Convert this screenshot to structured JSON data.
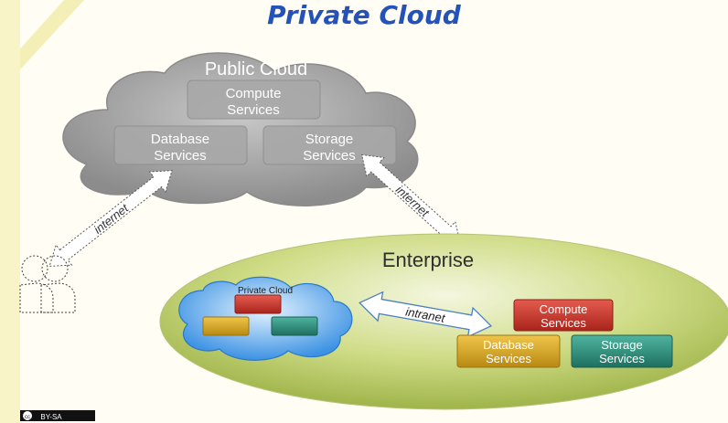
{
  "title": "Private Cloud",
  "public_cloud": {
    "label": "Public Cloud",
    "compute": [
      "Compute",
      "Services"
    ],
    "database": [
      "Database",
      "Services"
    ],
    "storage": [
      "Storage",
      "Services"
    ]
  },
  "links": {
    "internet_left": "internet",
    "internet_right": "internet",
    "intranet": "intranet"
  },
  "enterprise": {
    "label": "Enterprise",
    "private_cloud_label": "Private Cloud",
    "compute": [
      "Compute",
      "Services"
    ],
    "database": [
      "Database",
      "Services"
    ],
    "storage": [
      "Storage",
      "Services"
    ]
  },
  "license_badge": "BY-SA",
  "colors": {
    "title": "#2452b8",
    "red": "#c8362d",
    "yellow": "#d8a928",
    "teal": "#2f8f7c",
    "blue": "#3a8fe0"
  }
}
